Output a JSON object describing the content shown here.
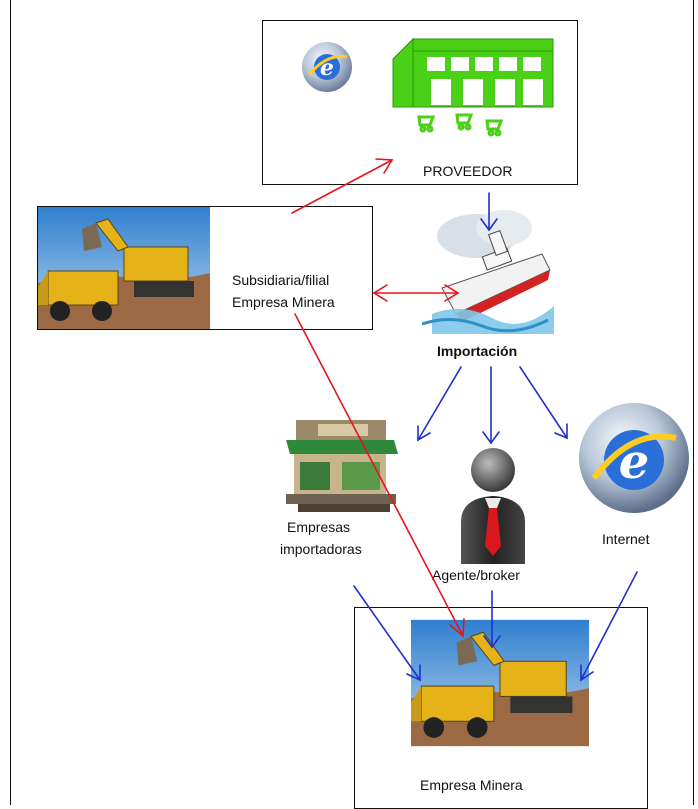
{
  "nodes": {
    "proveedor": {
      "label": "PROVEEDOR"
    },
    "subsidiaria": {
      "label_line1": "Subsidiaria/filial",
      "label_line2": "Empresa Minera"
    },
    "importacion": {
      "label": "Importación"
    },
    "empresas_importadoras": {
      "label_line1": "Empresas",
      "label_line2": "importadoras"
    },
    "agente": {
      "label": "Agente/broker"
    },
    "internet": {
      "label": "Internet"
    },
    "empresa_minera": {
      "label": "Empresa Minera"
    }
  },
  "edges": [
    {
      "from": "subsidiaria",
      "to": "proveedor",
      "color": "red"
    },
    {
      "from": "proveedor",
      "to": "importacion",
      "color": "blue"
    },
    {
      "from": "subsidiaria",
      "to": "importacion",
      "color": "red",
      "bidirectional": true
    },
    {
      "from": "importacion",
      "to": "empresas_importadoras",
      "color": "blue"
    },
    {
      "from": "importacion",
      "to": "agente",
      "color": "blue"
    },
    {
      "from": "importacion",
      "to": "internet",
      "color": "blue"
    },
    {
      "from": "subsidiaria",
      "to": "empresa_minera",
      "color": "red"
    },
    {
      "from": "empresas_importadoras",
      "to": "empresa_minera",
      "color": "blue"
    },
    {
      "from": "agente",
      "to": "empresa_minera",
      "color": "blue"
    },
    {
      "from": "internet",
      "to": "empresa_minera",
      "color": "blue"
    }
  ],
  "colors": {
    "red_arrow": "#e8141c",
    "blue_arrow": "#1f2fd0",
    "store_green": "#4ad016"
  },
  "icons": [
    "internet-explorer-icon",
    "supermarket-store-icon",
    "excavator-truck-photo",
    "cargo-ship-icon",
    "storefront-icon",
    "person-broker-icon"
  ]
}
